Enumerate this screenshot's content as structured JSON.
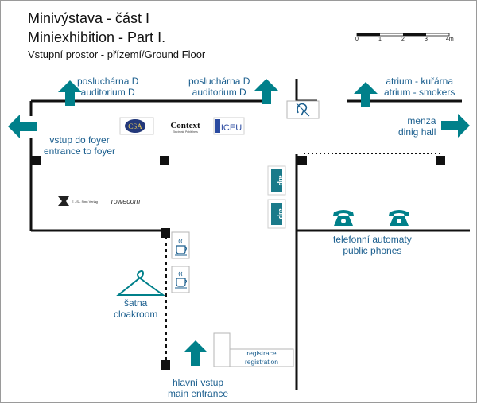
{
  "title": {
    "line1": "Minivýstava - část I",
    "line2": "Miniexhibition - Part I.",
    "line3": "Vstupní prostor - přízemí/Ground Floor"
  },
  "scale_bar": {
    "ticks": [
      "0",
      "1",
      "2",
      "3",
      "4m"
    ]
  },
  "labels": {
    "lecture_hall_left": [
      "posluchárna D",
      "auditorium D"
    ],
    "lecture_hall_right": [
      "posluchárna D",
      "auditorium D"
    ],
    "atrium": [
      "atrium - kuřárna",
      "atrium - smokers"
    ],
    "canteen": [
      "menza",
      "dinig hall"
    ],
    "foyer": [
      "vstup do foyer",
      "entrance to foyer"
    ],
    "phones": [
      "telefonní automaty",
      "public phones"
    ],
    "cloakroom": [
      "šatna",
      "cloakroom"
    ],
    "registration": [
      "registrace",
      "registration"
    ],
    "main_entrance": [
      "hlavní vstup",
      "main entrance"
    ]
  },
  "exhibitors": {
    "csa": "CSA",
    "context": "Context",
    "context_sub": "Electronic Publishers",
    "iceu": "ICEU",
    "esf": "E - S - Sinn Verlag",
    "rowecom": "rowecom",
    "aip1": "aip",
    "aip2": "aip"
  },
  "colors": {
    "accent": "#00808a",
    "text": "#1a5e8e",
    "wall": "#111111"
  },
  "icons": [
    "arrow-up-icon",
    "arrow-left-icon",
    "arrow-right-icon",
    "ear-icon",
    "phone-icon",
    "coffee-icon",
    "hanger-icon"
  ]
}
